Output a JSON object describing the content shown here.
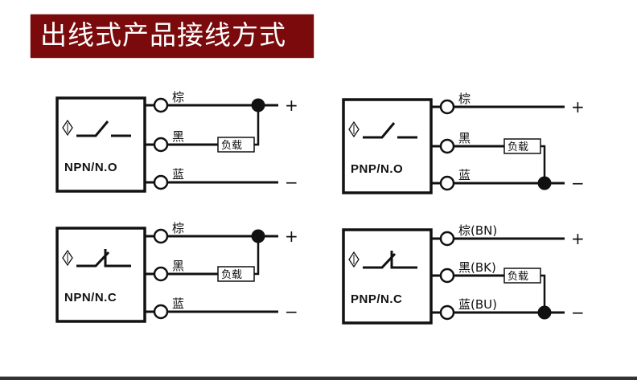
{
  "title": "出线式产品接线方式",
  "colors": {
    "banner": "#7a0a0c",
    "line": "#111111",
    "background": "#ffffff"
  },
  "load_label": "负载",
  "polarity": {
    "plus": "+",
    "minus": "−"
  },
  "diagrams": [
    {
      "id": "npn-no",
      "model": "NPN/N.O",
      "switch": "normally-open",
      "load_between": [
        "black",
        "brown"
      ],
      "junction": "brown",
      "wires": [
        {
          "color": "brown",
          "label": "棕",
          "polarity": "+"
        },
        {
          "color": "black",
          "label": "黑",
          "polarity": ""
        },
        {
          "color": "blue",
          "label": "蓝",
          "polarity": "−"
        }
      ]
    },
    {
      "id": "pnp-no",
      "model": "PNP/N.O",
      "switch": "normally-open",
      "load_between": [
        "black",
        "blue"
      ],
      "junction": "blue",
      "wires": [
        {
          "color": "brown",
          "label": "棕",
          "polarity": "+"
        },
        {
          "color": "black",
          "label": "黑",
          "polarity": ""
        },
        {
          "color": "blue",
          "label": "蓝",
          "polarity": "−"
        }
      ]
    },
    {
      "id": "npn-nc",
      "model": "NPN/N.C",
      "switch": "normally-closed",
      "load_between": [
        "black",
        "brown"
      ],
      "junction": "brown",
      "wires": [
        {
          "color": "brown",
          "label": "棕",
          "polarity": "+"
        },
        {
          "color": "black",
          "label": "黑",
          "polarity": ""
        },
        {
          "color": "blue",
          "label": "蓝",
          "polarity": "−"
        }
      ]
    },
    {
      "id": "pnp-nc",
      "model": "PNP/N.C",
      "switch": "normally-closed",
      "load_between": [
        "black",
        "blue"
      ],
      "junction": "blue",
      "wires": [
        {
          "color": "brown",
          "label": "棕(BN)",
          "polarity": "+"
        },
        {
          "color": "black",
          "label": "黑(BK)",
          "polarity": ""
        },
        {
          "color": "blue",
          "label": "蓝(BU)",
          "polarity": "−"
        }
      ]
    }
  ]
}
